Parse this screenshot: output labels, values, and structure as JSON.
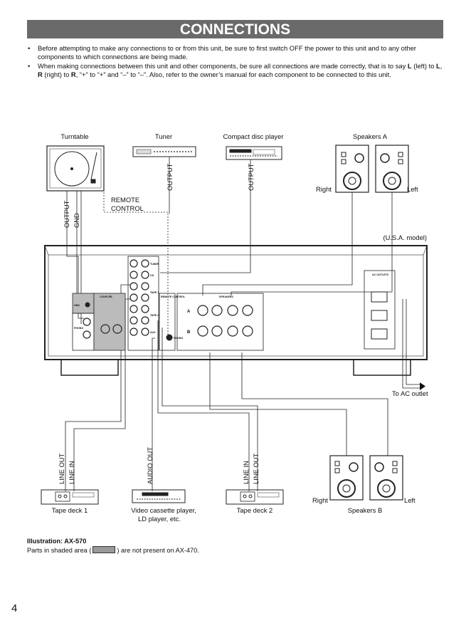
{
  "title": "CONNECTIONS",
  "notes": [
    "Before attempting to make any connections to or from this unit, be sure to first switch OFF the power to this unit and to any other components to which connections are being made.",
    {
      "pre": "When making connections between this unit and other components, be sure all connections are made correctly, that is to say ",
      "b1": "L",
      "m1": " (left) to ",
      "b2": "L",
      "m2": ", ",
      "b3": "R",
      "m3": " (right) to ",
      "b4": "R",
      "post": ", “+” to “+” and “–” to “–”.  Also, refer to the owner’s manual for each component to be connected to this unit."
    }
  ],
  "diagram": {
    "components_top": {
      "turntable": "Turntable",
      "tuner": "Tuner",
      "cd": "Compact disc player",
      "speakers_a": "Speakers A"
    },
    "right": "Right",
    "left": "Left",
    "output": "OUTPUT",
    "gnd": "GND",
    "remote_control": [
      "REMOTE",
      "CONTROL"
    ],
    "model_note": "(U.S.A. model)",
    "ac_outlet": "To AC outlet",
    "panel": {
      "gnd": "GND",
      "phono": "PHONO",
      "coupler": "COUPLER",
      "tuner": "TUNER",
      "cd": "CD",
      "tape1": "TAPE 1",
      "tape2": "TAPE 2",
      "aux": "AUX",
      "remote": "REMOTE CONTROL",
      "speakers": "SPEAKERS",
      "a": "A",
      "b": "B",
      "ac_outlets": "AC OUTLETS"
    },
    "line_out": "LINE OUT",
    "line_in": "LINE IN",
    "audio_out": "AUDIO OUT",
    "components_bottom": {
      "tape1": "Tape deck 1",
      "vcr": [
        "Video cassette player,",
        "LD player, etc."
      ],
      "tape2": "Tape deck 2",
      "speakers_b": "Speakers B"
    }
  },
  "footer": {
    "illustration": "Illustration: AX-570",
    "shaded_pre": "Parts in shaded area (",
    "shaded_post": ") are not present on AX-470."
  },
  "page_number": "4"
}
